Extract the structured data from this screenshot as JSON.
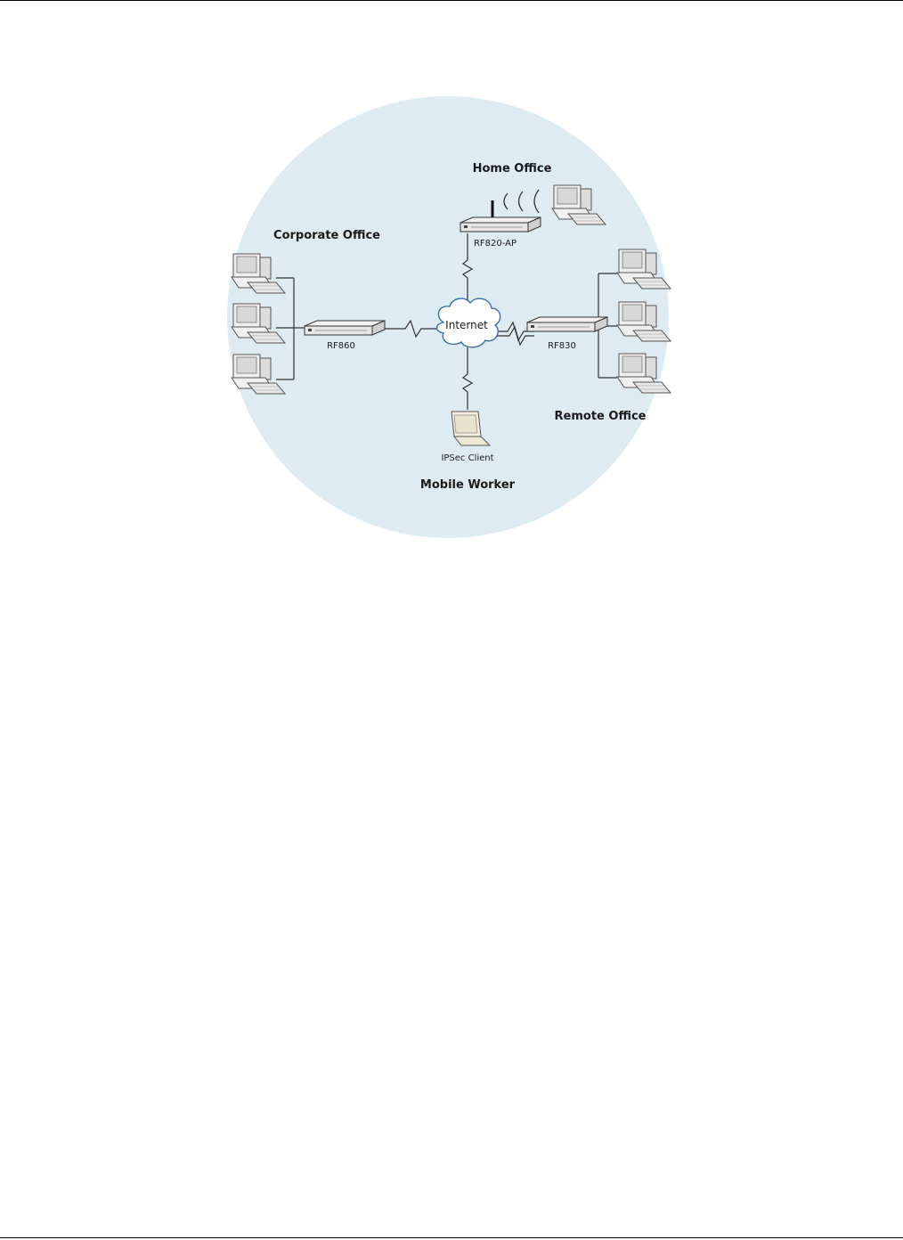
{
  "labels": {
    "home_office": "Home Office",
    "corporate_office": "Corporate Office",
    "remote_office": "Remote Office",
    "mobile_worker": "Mobile Worker",
    "internet": "Internet",
    "rf820": "RF820-AP",
    "rf860": "RF860",
    "rf830": "RF830",
    "ipsec_client": "IPSec Client"
  },
  "colors": {
    "circle_fill": "#deebf3",
    "line": "#333333",
    "device_body": "#e6e6e6"
  }
}
